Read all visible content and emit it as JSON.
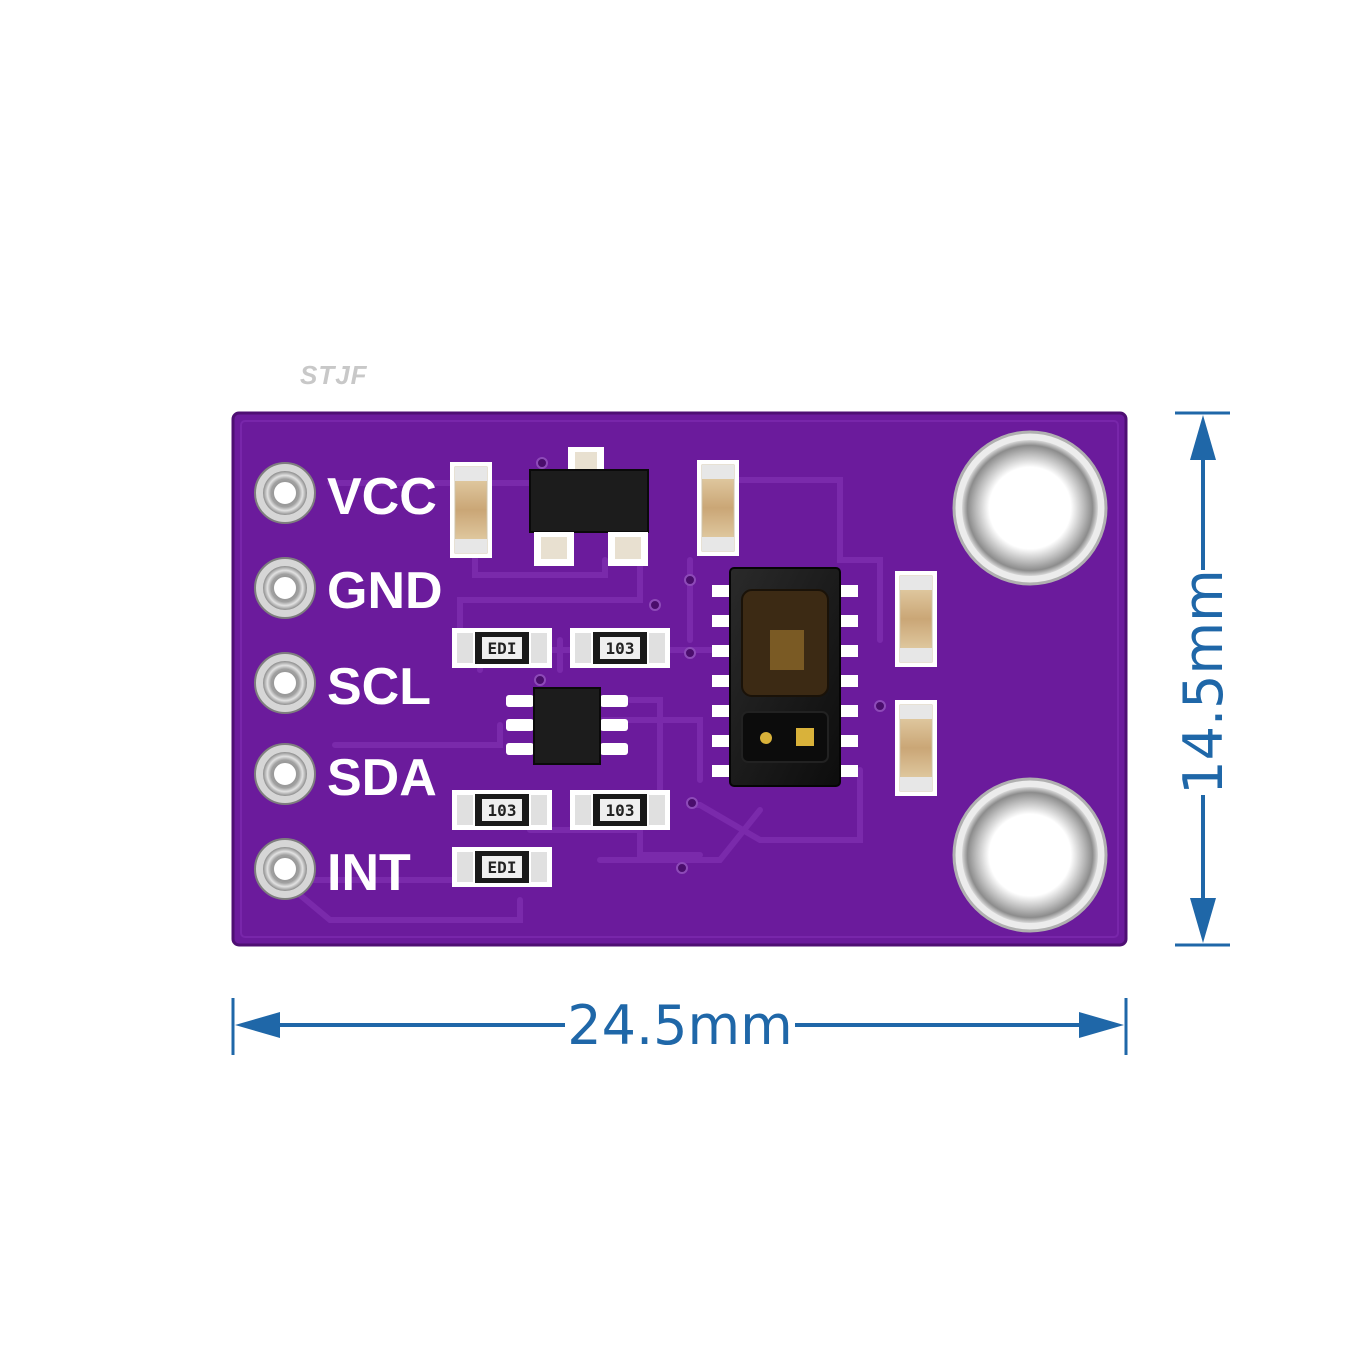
{
  "watermark": "STJF",
  "board": {
    "color": "#6a1a9a",
    "pins": [
      "VCC",
      "GND",
      "SCL",
      "SDA",
      "INT"
    ],
    "resistor_codes": [
      "EDI",
      "103",
      "103",
      "103",
      "EDI"
    ]
  },
  "dimensions": {
    "width_label": "24.5mm",
    "height_label": "14.5mm",
    "color": "#1f67a8"
  }
}
